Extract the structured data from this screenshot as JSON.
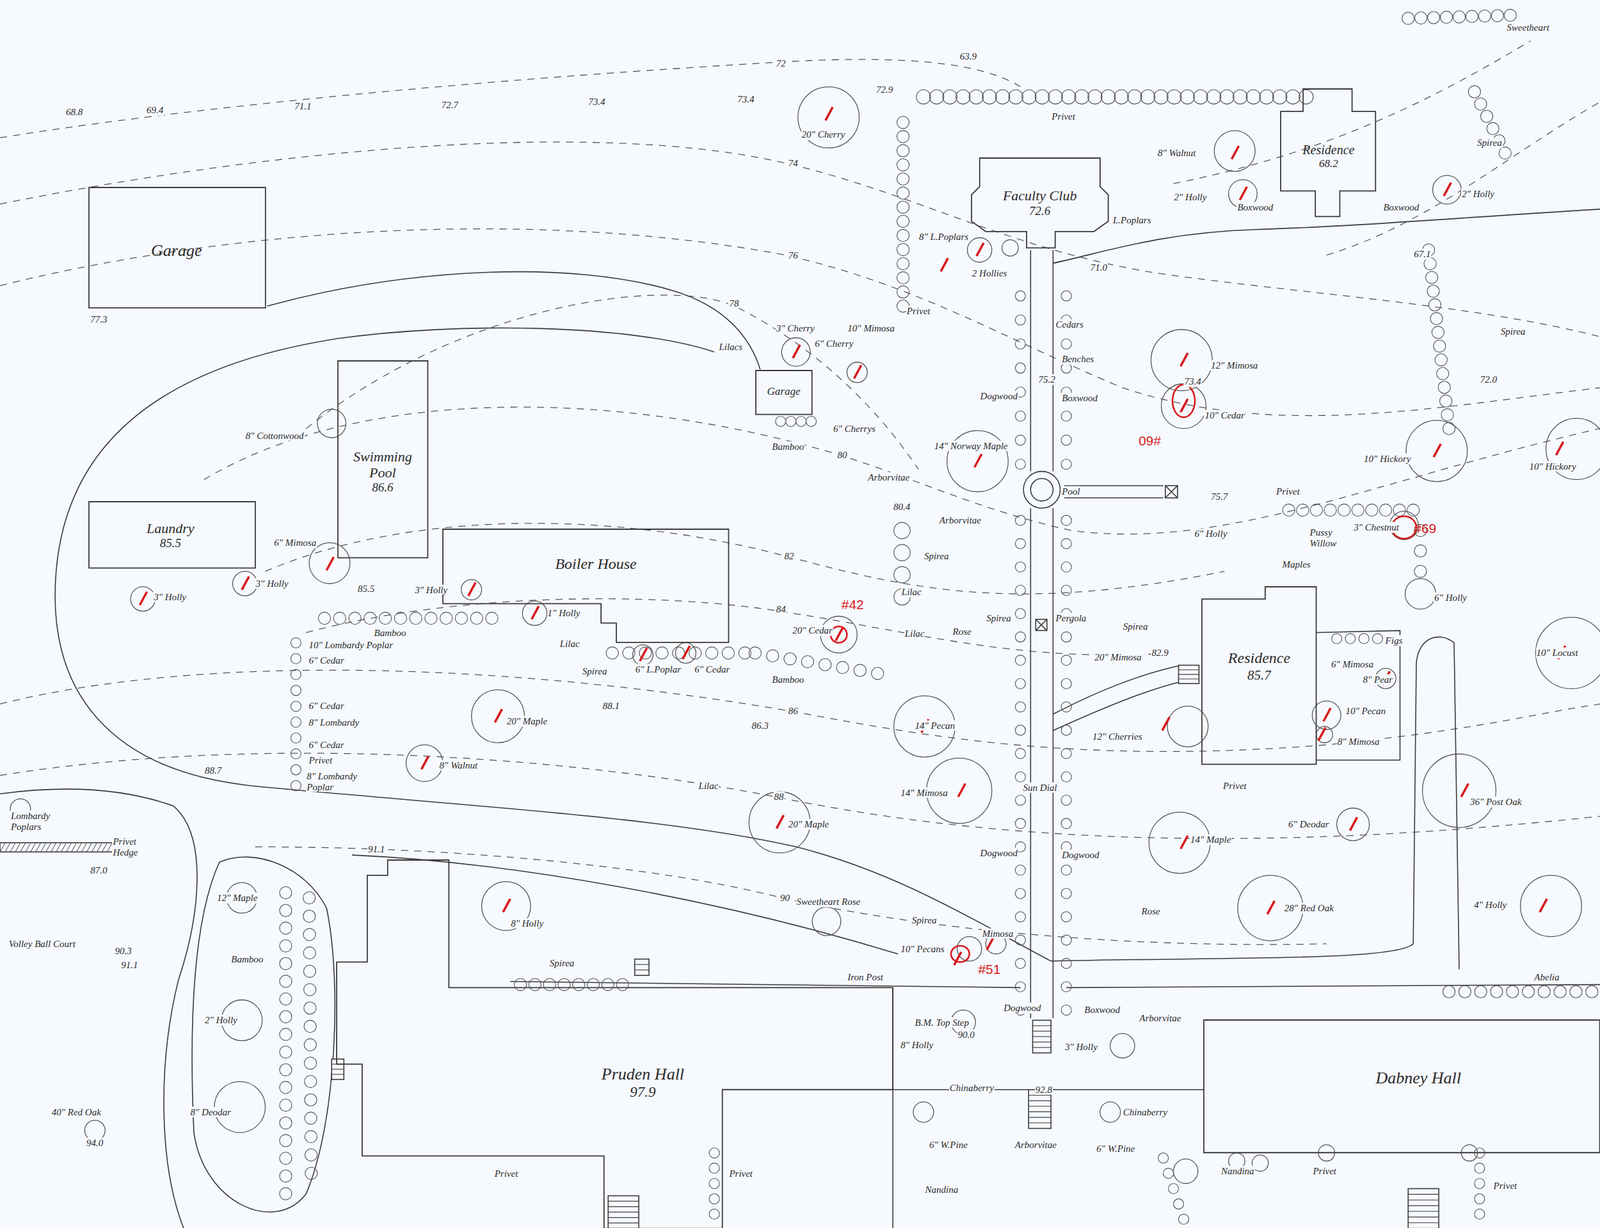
{
  "diagram": {
    "nodes": [
      {
        "text": [
          "Garage"
        ]
      },
      {
        "text": [
          "Faculty Club",
          "72.6"
        ]
      },
      {
        "text": [
          "Residence",
          "68.2"
        ]
      },
      {
        "text": [
          "Swimming Pool",
          "86.6"
        ]
      },
      {
        "text": [
          "Garage"
        ]
      },
      {
        "text": [
          "Laundry",
          "85.5"
        ]
      },
      {
        "text": [
          "Boiler House"
        ]
      },
      {
        "text": [
          "Residence",
          "85.7"
        ]
      },
      {
        "text": [
          "Pruden Hall",
          "97.9"
        ]
      },
      {
        "text": [
          "Dabney Hall"
        ]
      }
    ],
    "labels": [
      "68.8",
      "69.4",
      "71.1",
      "72.7",
      "73.4",
      "73.4",
      "72.9",
      "63.9",
      "Sweetheart",
      "72",
      "20\" Cherry",
      "Privet",
      "8\" Walnut",
      "2\" Holly",
      "Boxwood",
      "Boxwood",
      "2\" Holly",
      "Spirea",
      "74",
      "8\" L.Poplars",
      "2 Hollies",
      "L.Poplars",
      "71.0",
      "67.1",
      "76",
      "77.3",
      "78",
      "Privet",
      "Lilacs",
      "3\" Cherry",
      "6\" Cherry",
      "10\" Mimosa",
      "Cedars",
      "Benches",
      "Spirea",
      "12\" Mimosa",
      "73.4",
      "72.0",
      "Dogwood",
      "Boxwood",
      "75.2",
      "6\" Cherrys",
      "Bamboo",
      "10\" Cedar",
      "#60",
      "8\" Cottonwood",
      "80",
      "14\" Norway Maple",
      "10\" Hickory",
      "10\" Hickory",
      "Arborvitae",
      "Pool",
      "75.7",
      "Privet",
      "80.4",
      "Arborvitae",
      "#69",
      "6\" Holly",
      "Pussy Willow",
      "3\" Chestnut",
      "6\" Mimosa",
      "82",
      "Spirea",
      "Maples",
      "3\" Holly",
      "85.5",
      "3\" Holly",
      "3\" Holly",
      "Lilac",
      "6\" Holly",
      "#42",
      "84",
      "1\" Holly",
      "20\" Cedar",
      "Bamboo",
      "Lilac",
      "Lilac",
      "Rose",
      "Spirea",
      "Pergola",
      "Spirea",
      "Figs",
      "10\" Locust",
      "10\" Lombardy Poplar",
      "6\" Cedar",
      "Spirea",
      "6\" L.Poplar",
      "6\" Cedar",
      "20\" Mimosa",
      "82.9",
      "6\" Mimosa",
      "8\" Pear",
      "Bamboo",
      "6\" Cedar",
      "8\" Lombardy",
      "86",
      "88.1",
      "20\" Maple",
      "86.3",
      "14\" Pecan",
      "12\" Cherries",
      "10\" Pecan",
      "8\" Mimosa",
      "6\" Cedar",
      "Privet",
      "8\" Lombardy Poplar",
      "8\" Walnut",
      "88.7",
      "Lilac",
      "14\" Mimosa",
      "Sun Dial",
      "Privet",
      "36\" Post Oak",
      "88",
      "Lombardy Poplars",
      "Privet Hedge",
      "87.0",
      "20\" Maple",
      "6\" Deodar",
      "14\" Maple",
      "91.1",
      "Dogwood",
      "Dogwood",
      "12\" Maple",
      "90",
      "Sweetheart Rose",
      "Rose",
      "28\" Red Oak",
      "4\" Holly",
      "8\" Holly",
      "Spirea",
      "Mimosa",
      "Volley Ball Court",
      "90.3",
      "91.1",
      "10\" Pecans",
      "#51",
      "Bamboo",
      "Spirea",
      "Abelia",
      "Iron Post",
      "B.M. Top Step",
      "90.0",
      "Dogwood",
      "Boxwood",
      "Arborvitae",
      "2\" Holly",
      "8\" Holly",
      "3\" Holly",
      "Chinaberry",
      "92.8",
      "Chinaberry",
      "40\" Red Oak",
      "8\" Deodar",
      "94.0",
      "6\" W.Pine",
      "Arborvitae",
      "6\" W.Pine",
      "Nandina",
      "Privet",
      "Privet",
      "Nandina",
      "Privet",
      "Privet"
    ]
  }
}
